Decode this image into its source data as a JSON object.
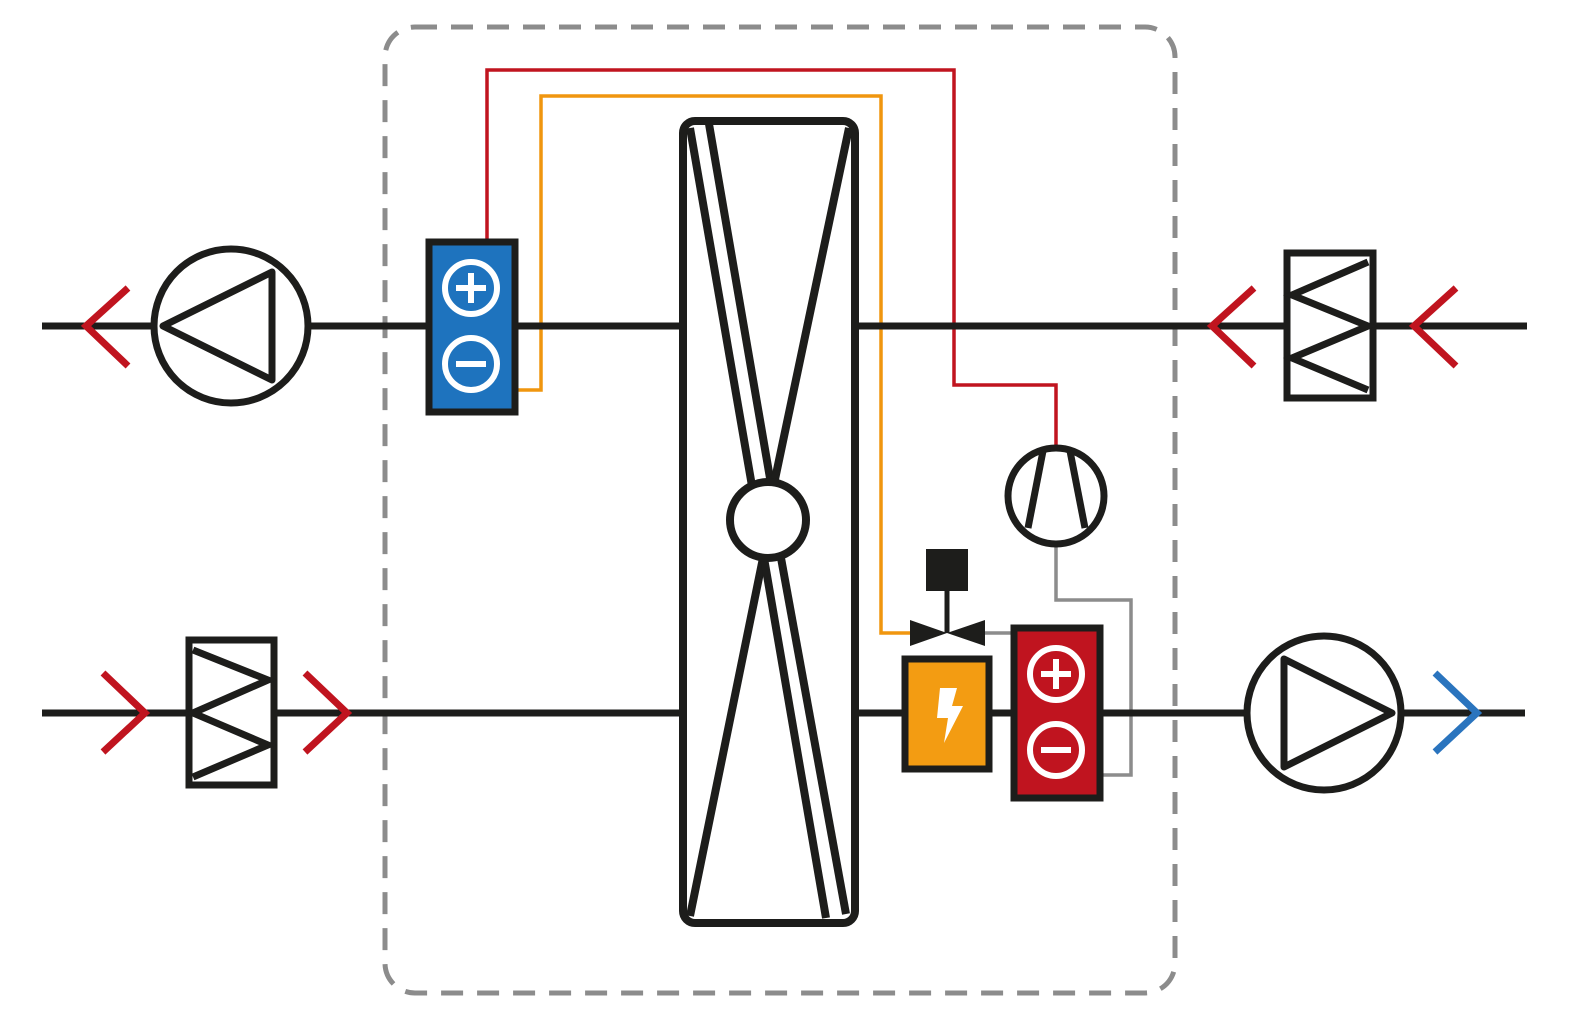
{
  "diagram": {
    "type": "hvac-air-handling-unit-schematic",
    "colors": {
      "line": "#1d1d1b",
      "enclosure": "#8c8c8c",
      "warm_air_arrow": "#c0141f",
      "cool_air_arrow": "#2a74be",
      "hot_refrigerant": "#c0141f",
      "orange_pipe": "#f0960f",
      "gray_pipe": "#8c8c8c",
      "cooling_coil": "#1e73be",
      "heating_coil": "#c0141f",
      "electric_heater": "#f39c12"
    },
    "components": [
      "exhaust-fan",
      "cooling-coil",
      "rotary-heat-exchanger",
      "filter-extract",
      "filter-supply",
      "compressor",
      "expansion-valve",
      "electric-heater",
      "heating-coil",
      "supply-fan"
    ]
  }
}
